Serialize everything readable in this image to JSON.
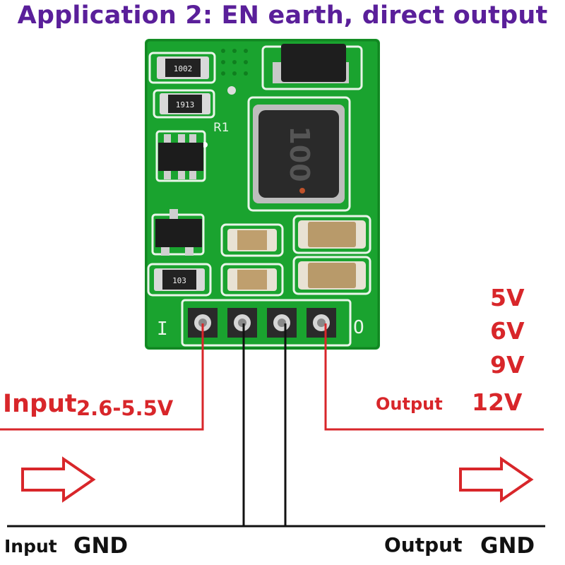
{
  "title": "Application 2: EN earth, direct output",
  "board": {
    "pin_left_label": "I",
    "pin_right_label": "O",
    "resistor_label": "R1",
    "chip_codes": [
      "1002",
      "1913",
      "103"
    ],
    "inductor_code": "100"
  },
  "input": {
    "label": "Input",
    "voltage": "2.6-5.5V",
    "gnd_label": "Input",
    "gnd_word": "GND"
  },
  "output": {
    "voltages": [
      "5V",
      "6V",
      "9V"
    ],
    "label": "Output",
    "voltage_last": "12V",
    "gnd_label": "Output",
    "gnd_word": "GND"
  },
  "colors": {
    "title": "#5a1f9a",
    "board_green": "#1aa32f",
    "wire_red": "#d8262a",
    "wire_black": "#111111"
  }
}
